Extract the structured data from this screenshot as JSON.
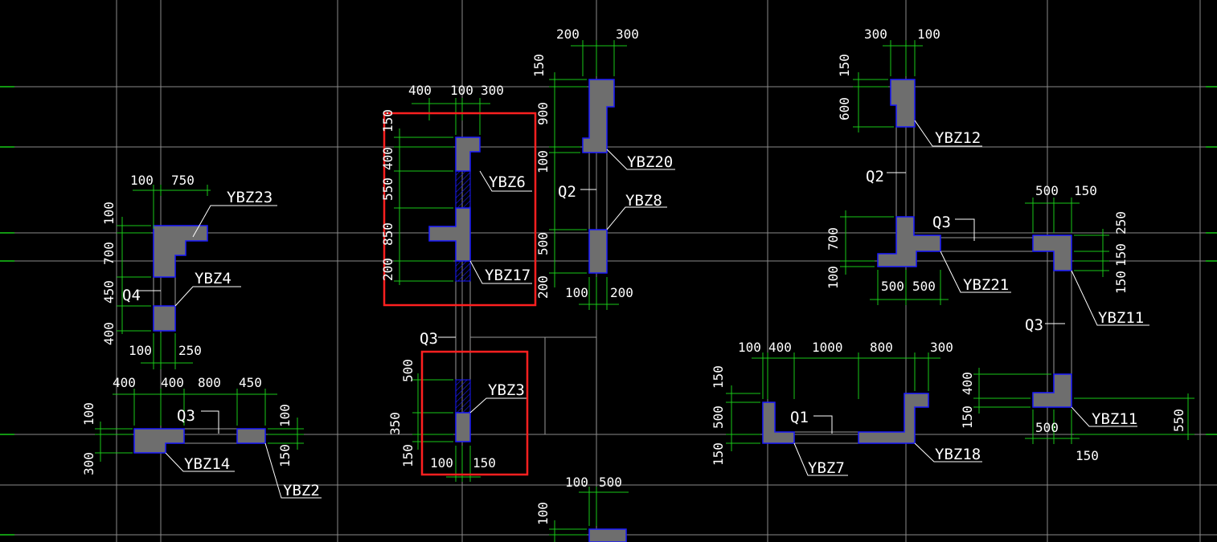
{
  "colors": {
    "background": "#000000",
    "axis_line": "#8a8a8a",
    "wall_line": "#9a9a9a",
    "dimension_line": "#19c919",
    "column_fill": "#6e6e6e",
    "column_stroke": "#1a1aff",
    "text": "#ffffff",
    "highlight_box": "#ff2020"
  },
  "columns": {
    "ybz23": "YBZ23",
    "ybz4": "YBZ4",
    "ybz6": "YBZ6",
    "ybz17": "YBZ17",
    "ybz20": "YBZ20",
    "ybz8": "YBZ8",
    "ybz3": "YBZ3",
    "ybz14": "YBZ14",
    "ybz2": "YBZ2",
    "ybz12": "YBZ12",
    "ybz21": "YBZ21",
    "ybz11_top": "YBZ11",
    "ybz11_bottom": "YBZ11",
    "ybz7": "YBZ7",
    "ybz18": "YBZ18"
  },
  "walls": {
    "q4": "Q4",
    "q3_left": "Q3",
    "q3_mid": "Q3",
    "q2_mid": "Q2",
    "q2_right": "Q2",
    "q3_right_top": "Q3",
    "q3_right_side": "Q3",
    "q1": "Q1"
  },
  "dimensions": {
    "d1": "100",
    "d2": "750",
    "d3": "100",
    "d4": "700",
    "d5": "450",
    "d6": "400",
    "d7": "100",
    "d8": "250",
    "d9": "400",
    "d10": "400",
    "d11": "800",
    "d12": "450",
    "d13": "100",
    "d14": "300",
    "d15": "100",
    "d16": "150",
    "d17": "400",
    "d18": "100",
    "d19": "300",
    "d20": "150",
    "d21": "400",
    "d22": "550",
    "d23": "850",
    "d24": "200",
    "d25": "500",
    "d26": "350",
    "d27": "150",
    "d28": "100",
    "d29": "150",
    "d30": "200",
    "d31": "300",
    "d32": "150",
    "d33": "900",
    "d34": "100",
    "d35": "500",
    "d36": "200",
    "d37": "100",
    "d38": "200",
    "d39": "100",
    "d40": "500",
    "d41": "100",
    "d42": "300",
    "d43": "100",
    "d44": "150",
    "d45": "600",
    "d46": "700",
    "d47": "100",
    "d48": "500",
    "d49": "500",
    "d50": "500",
    "d51": "150",
    "d52": "250",
    "d53": "150",
    "d54": "150",
    "d55": "100",
    "d56": "400",
    "d57": "1000",
    "d58": "800",
    "d59": "300",
    "d60": "150",
    "d61": "500",
    "d62": "150",
    "d63": "400",
    "d64": "150",
    "d65": "500",
    "d66": "150",
    "d67": "550"
  }
}
